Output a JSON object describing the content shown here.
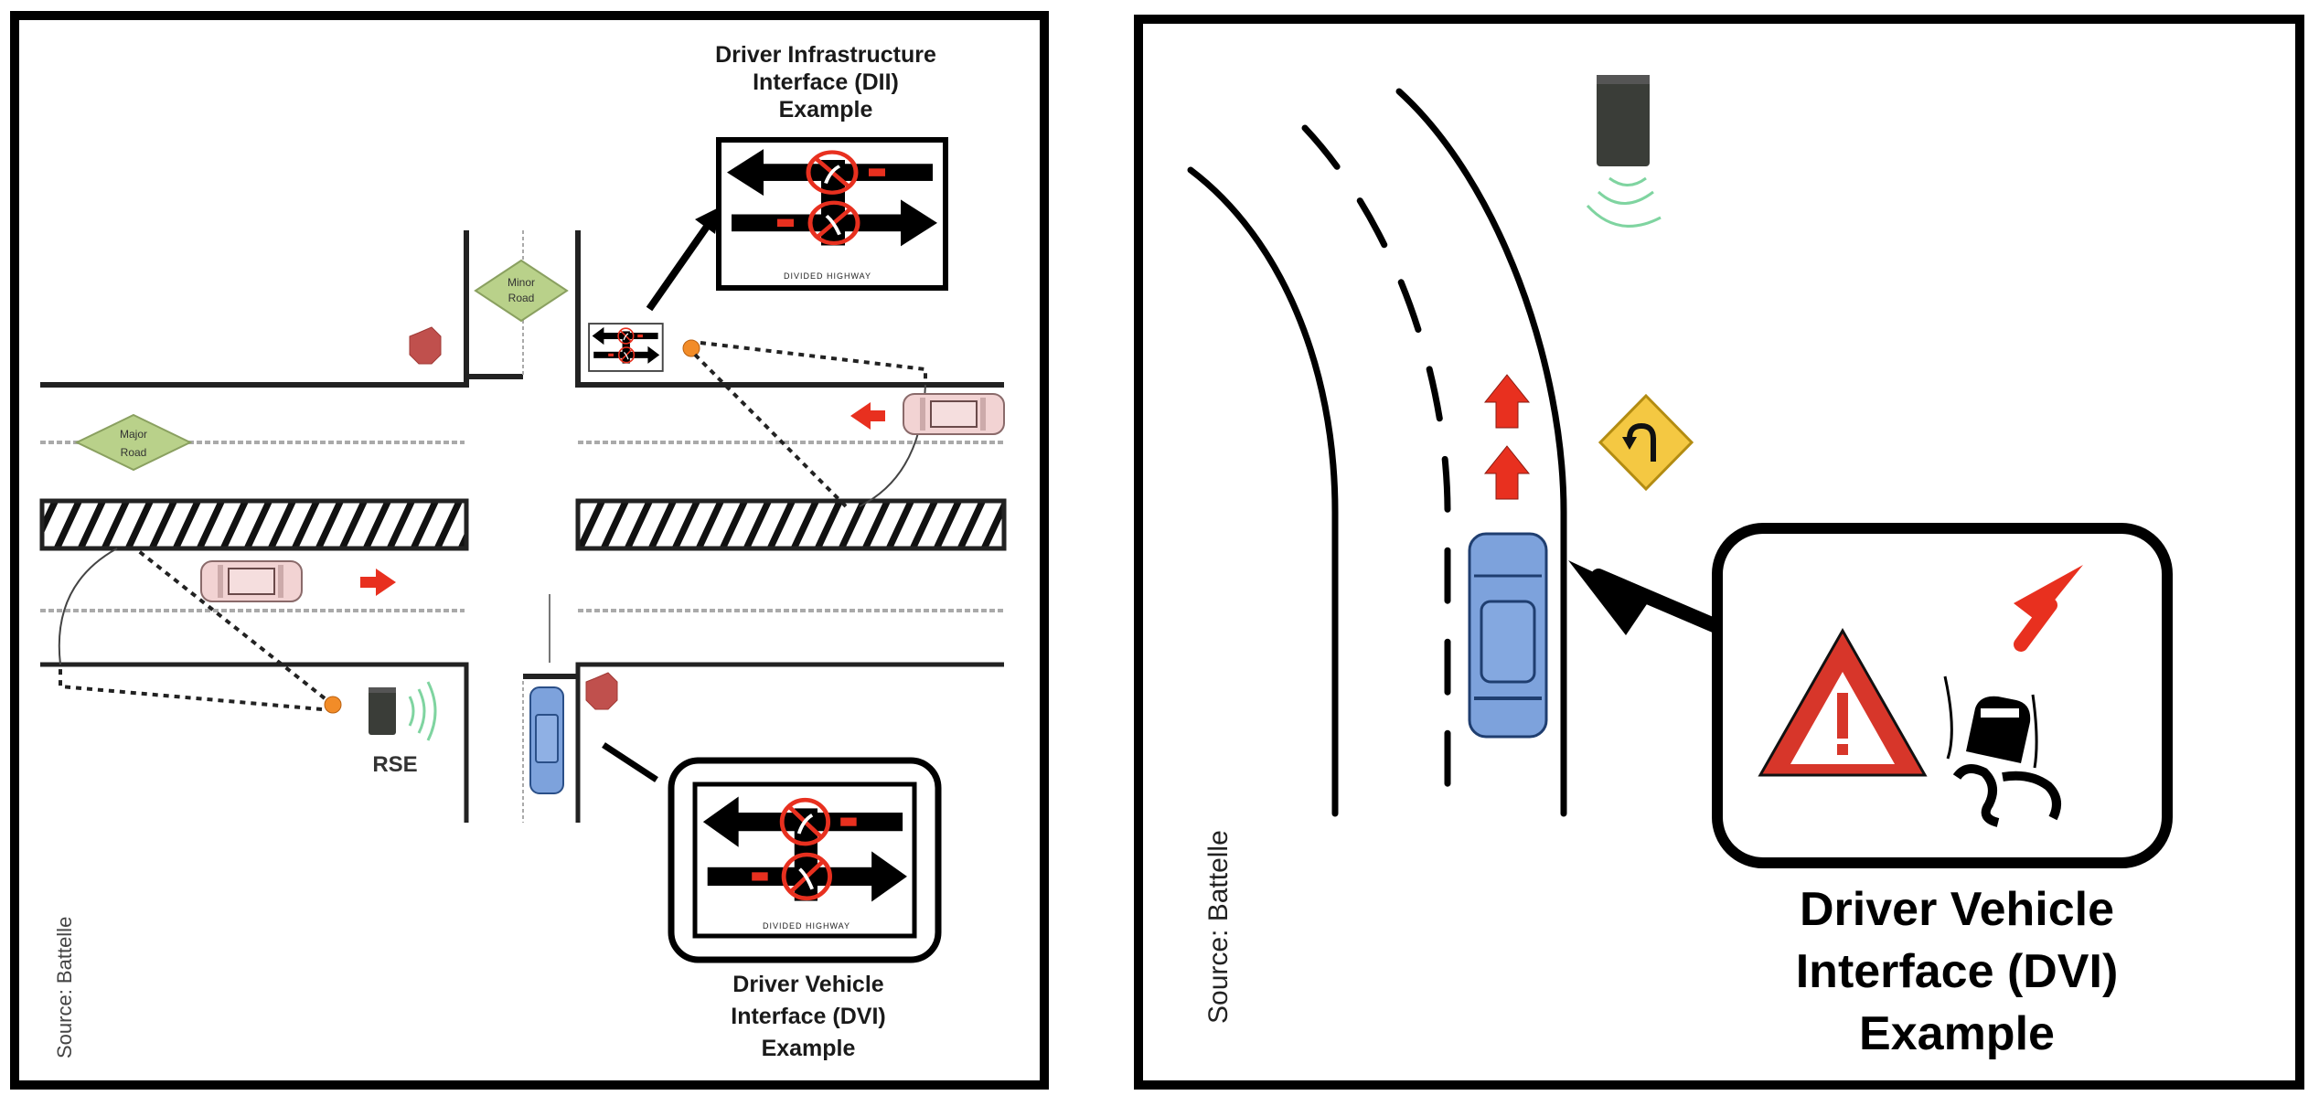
{
  "left_panel": {
    "title": "Intersection movement assist scenario",
    "dii_caption": [
      "Driver Infrastructure",
      "Interface (DII)",
      "Example"
    ],
    "dvi_caption": [
      "Driver Vehicle",
      "Interface (DVI)",
      "Example"
    ],
    "sign_caption": "DIVIDED HIGHWAY",
    "minor_road_sign": [
      "Minor",
      "Road"
    ],
    "major_road_sign": [
      "Major",
      "Road"
    ],
    "rse_label": "RSE",
    "source": "Source: Battelle"
  },
  "right_panel": {
    "dvi_caption": [
      "Driver Vehicle",
      "Interface (DVI)",
      "Example"
    ],
    "source": "Source: Battelle",
    "warning_icon": "warning-triangle-icon",
    "slippery_icon": "skidding-car-icon",
    "curve_sign_icon": "curve-ahead-sign-icon"
  },
  "colors": {
    "sign_green": "#b9d18a",
    "stop_red": "#c0504d",
    "car_pink": "#f2d3d3",
    "car_blue": "#7da2dc",
    "arrow_red": "#e8301f",
    "sensor_orange": "#f28c28",
    "wave_green": "#7fd4a0",
    "curve_yellow": "#f4c842"
  }
}
